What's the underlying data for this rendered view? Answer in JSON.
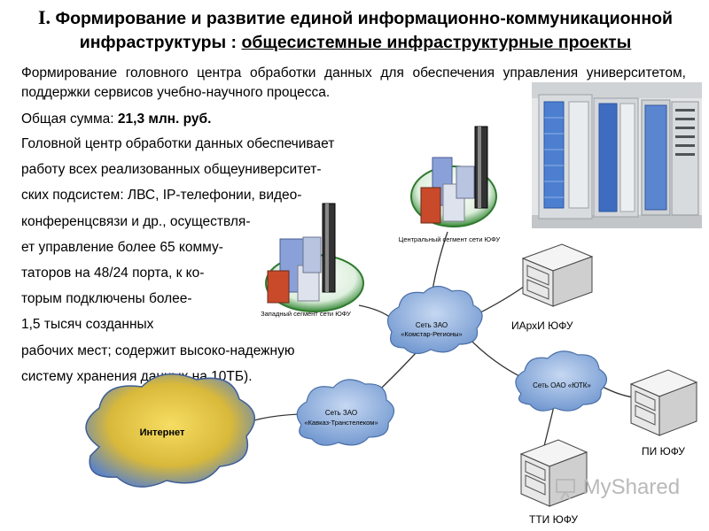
{
  "slide": {
    "title_roman": "I.",
    "title_part1": " Формирование и развитие единой информационно-коммуникационной инфраструктуры : ",
    "title_underlined": "общесистемные инфраструктурные проекты",
    "intro": "Формирование головного центра обработки данных для обеспечения управления университетом, поддержки сервисов учебно-научного процесса.",
    "sum_label": "Общая сумма: ",
    "sum_value": "21,3 млн. руб.",
    "body_lines": [
      "Головной центр обработки данных обеспечивает",
      " работу всех реализованных общеуниверситет-",
      "ских подсистем: ЛВС, IP-телефонии, видео-",
      "конференцсвязи и др., осуществля-",
      "ет управление более 65 комму-",
      "таторов на 48/24 порта, к ко-",
      "торым подключены более-",
      " 1,5 тысяч созданных",
      "рабочих мест; содержит высоко-надежную",
      " систему хранения данных на 10ТБ)."
    ]
  },
  "diagram": {
    "central_segment": "Центральный сегмент сети ЮФУ",
    "west_segment": "Западный сегмент сети ЮФУ",
    "cloud_comstar_line1": "Сеть ЗАО",
    "cloud_comstar_line2": "«Комстар-Регионы»",
    "cloud_kavkaz_line1": "Сеть ЗАО",
    "cloud_kavkaz_line2": "«Кавказ-Транстелеком»",
    "cloud_utk": "Сеть ОАО «ЮТК»",
    "internet": "Интернет",
    "server_iarhi": "ИАрхИ ЮФУ",
    "server_pi": "ПИ ЮФУ",
    "server_tti": "ТТИ ЮФУ"
  },
  "watermark": "MyShared",
  "colors": {
    "cloud_blue": "#7fa3d6",
    "internet_yellow": "#f0d04a",
    "segment_green": "#3a8a3a",
    "rack_blue": "#4c7fd0"
  }
}
